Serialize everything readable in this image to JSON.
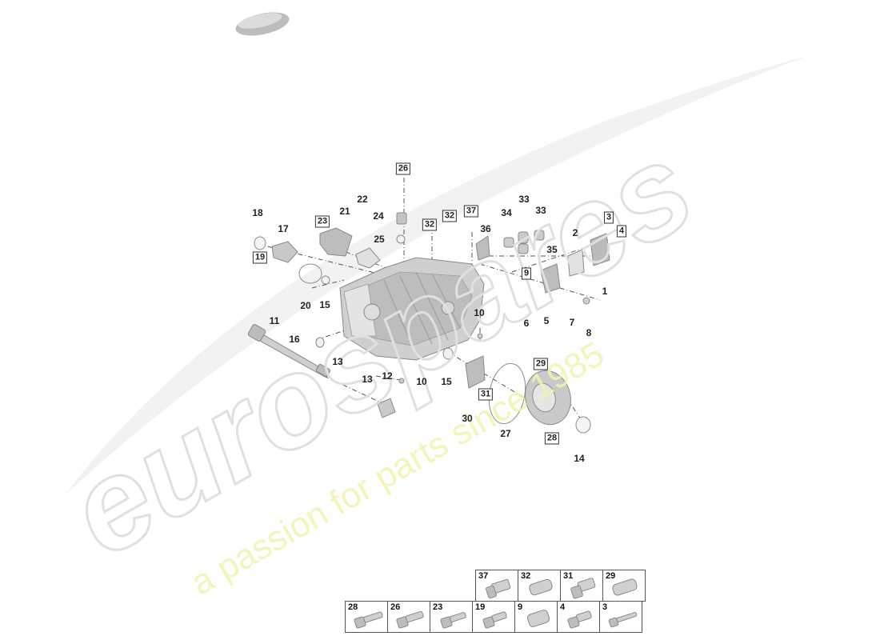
{
  "watermark": {
    "brand": "eurospares",
    "tagline": "a passion for parts since 1985"
  },
  "callouts": [
    {
      "id": "c1",
      "text": "1",
      "boxed": false
    },
    {
      "id": "c2",
      "text": "2",
      "boxed": false
    },
    {
      "id": "c3",
      "text": "3",
      "boxed": true
    },
    {
      "id": "c4",
      "text": "4",
      "boxed": true
    },
    {
      "id": "c5",
      "text": "5",
      "boxed": false
    },
    {
      "id": "c6",
      "text": "6",
      "boxed": false
    },
    {
      "id": "c7",
      "text": "7",
      "boxed": false
    },
    {
      "id": "c8",
      "text": "8",
      "boxed": false
    },
    {
      "id": "c9",
      "text": "9",
      "boxed": true
    },
    {
      "id": "c10a",
      "text": "10",
      "boxed": false
    },
    {
      "id": "c10b",
      "text": "10",
      "boxed": false
    },
    {
      "id": "c11",
      "text": "11",
      "boxed": false
    },
    {
      "id": "c12",
      "text": "12",
      "boxed": false
    },
    {
      "id": "c13a",
      "text": "13",
      "boxed": false
    },
    {
      "id": "c13b",
      "text": "13",
      "boxed": false
    },
    {
      "id": "c14",
      "text": "14",
      "boxed": false
    },
    {
      "id": "c15a",
      "text": "15",
      "boxed": false
    },
    {
      "id": "c15b",
      "text": "15",
      "boxed": false
    },
    {
      "id": "c16",
      "text": "16",
      "boxed": false
    },
    {
      "id": "c17",
      "text": "17",
      "boxed": false
    },
    {
      "id": "c18",
      "text": "18",
      "boxed": false
    },
    {
      "id": "c19",
      "text": "19",
      "boxed": true
    },
    {
      "id": "c20",
      "text": "20",
      "boxed": false
    },
    {
      "id": "c21",
      "text": "21",
      "boxed": false
    },
    {
      "id": "c22",
      "text": "22",
      "boxed": false
    },
    {
      "id": "c23",
      "text": "23",
      "boxed": true
    },
    {
      "id": "c24",
      "text": "24",
      "boxed": false
    },
    {
      "id": "c25",
      "text": "25",
      "boxed": false
    },
    {
      "id": "c26",
      "text": "26",
      "boxed": true
    },
    {
      "id": "c27",
      "text": "27",
      "boxed": false
    },
    {
      "id": "c28",
      "text": "28",
      "boxed": true
    },
    {
      "id": "c29",
      "text": "29",
      "boxed": true
    },
    {
      "id": "c30",
      "text": "30",
      "boxed": false
    },
    {
      "id": "c31",
      "text": "31",
      "boxed": true
    },
    {
      "id": "c32a",
      "text": "32",
      "boxed": true
    },
    {
      "id": "c32b",
      "text": "32",
      "boxed": true
    },
    {
      "id": "c33a",
      "text": "33",
      "boxed": false
    },
    {
      "id": "c33b",
      "text": "33",
      "boxed": false
    },
    {
      "id": "c34",
      "text": "34",
      "boxed": false
    },
    {
      "id": "c35",
      "text": "35",
      "boxed": false
    },
    {
      "id": "c36",
      "text": "36",
      "boxed": false
    },
    {
      "id": "c37",
      "text": "37",
      "boxed": true
    }
  ],
  "legend": {
    "row1": [
      "37",
      "32",
      "31",
      "29"
    ],
    "row2": [
      "28",
      "26",
      "23",
      "19",
      "9",
      "4",
      "3"
    ]
  }
}
